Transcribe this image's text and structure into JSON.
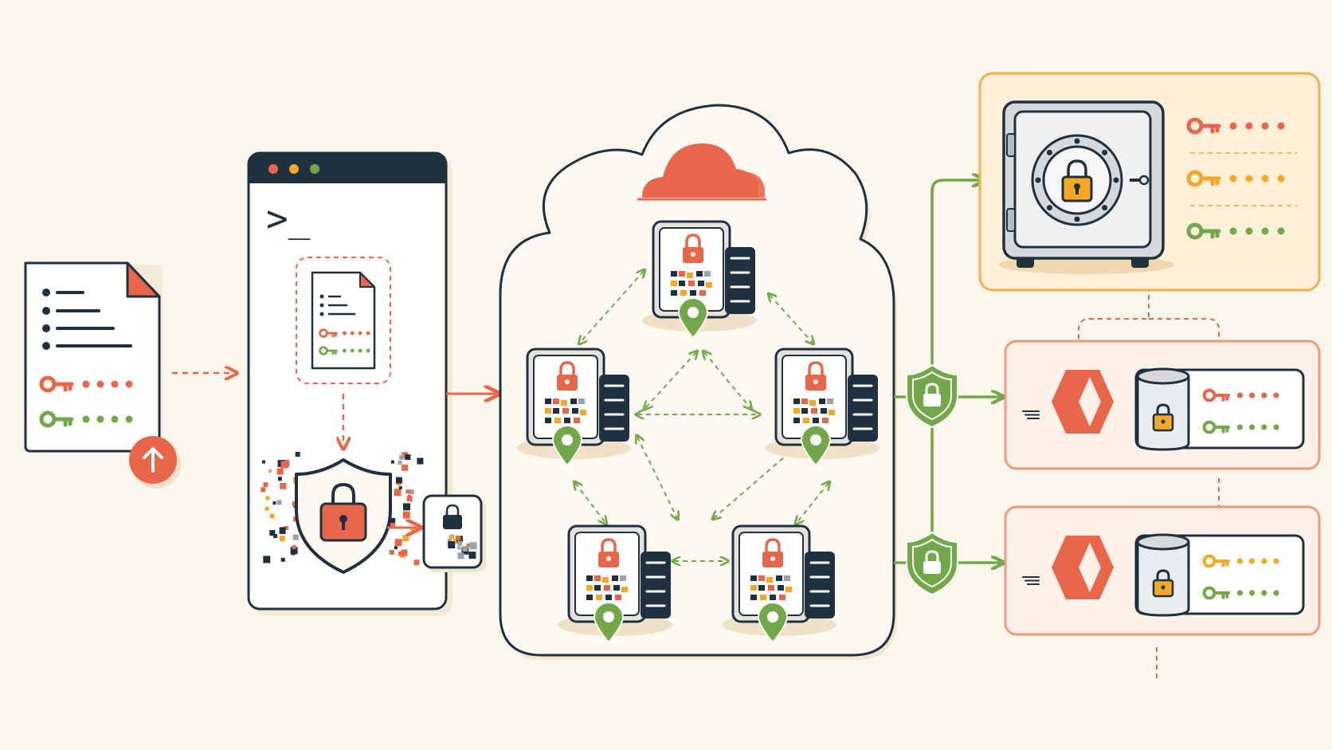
{
  "terminal": {
    "prompt_glyph": ">_"
  },
  "colors": {
    "background": "#fbf6ec",
    "ink": "#1f3140",
    "orange": "#e8674a",
    "green": "#72a84a",
    "amber": "#f4a825",
    "vault_panel_bg": "#fdefd8",
    "vault_panel_border": "#f1b24a",
    "worker_panel_bg": "#fdf0e7",
    "worker_panel_border": "#ee9a7c",
    "card_fill": "#ffffff",
    "cloud_fill": "#fdfaf3"
  },
  "icons": {
    "source": [
      "document-icon",
      "upload-arrow-icon",
      "key-icon"
    ],
    "terminal": [
      "terminal-window",
      "encrypted-document-icon",
      "shield-lock-icon",
      "encrypted-blob-icon"
    ],
    "network": [
      "cloudflare-logo",
      "edge-node-icon",
      "server-rack-icon",
      "location-pin-icon"
    ],
    "destinations": [
      "shield-lock-icon",
      "safe-vault-icon",
      "workers-logo-icon",
      "database-lock-icon",
      "key-icon"
    ]
  },
  "edge_node_count": 5,
  "worker_instance_count": 2
}
